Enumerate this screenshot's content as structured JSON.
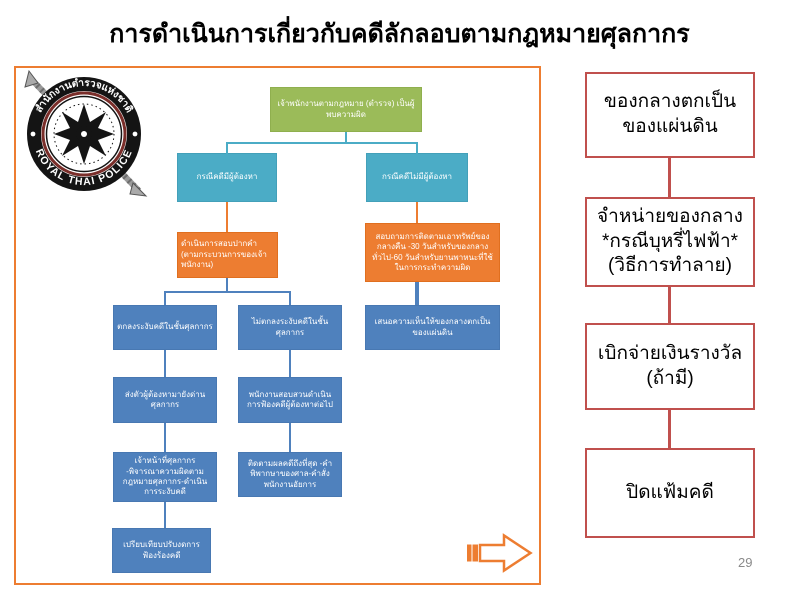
{
  "slide": {
    "title": "การดำเนินการเกี่ยวกับคดีลักลอบตามกฎหมายศุลกากร",
    "page_number": "29"
  },
  "logo": {
    "top_text": "สำนักงานตำรวจแห่งชาติ",
    "bottom_text": "ROYAL THAI POLICE"
  },
  "flowchart": {
    "start": "เจ้าพนักงานตามกฎหมาย (ตำรวจ) เป็นผู้พบความผิด",
    "with_suspect": "กรณีคดีมีผู้ต้องหา",
    "without_suspect": "กรณีคดีไม่มีผู้ต้องหา",
    "interrogation": "ดำเนินการสอบปากคำ (ตามกระบวนการของเจ้าพนักงาน)",
    "follow_up_property": "สอบถามการติดตามเอาทรัพย์ของกลางคืน -30 วันสำหรับของกลางทั่วไป-60 วันสำหรับยานพาหนะที่ใช้ในการกระทำความผิด",
    "agree_settle": "ตกลงระงับคดีในชั้นศุลกากร",
    "not_agree_settle": "ไม่ตกลงระงับคดีในชั้นศุลกากร",
    "send_suspect": "ส่งตัวผู้ต้องหามายังด่านศุลกากร",
    "prosecute": "พนักงานสอบสวนดำเนินการฟ้องคดีผู้ต้องหาต่อไป",
    "customs_officer": "เจ้าหน้าที่ศุลกากร -พิจารณาความผิดตามกฎหมายศุลกากร-ดำเนินการระงับคดี",
    "follow_case": "ติดตามผลคดีถึงที่สุด -คำพิพากษาของศาล-คำสั่งพนักงานอัยการ",
    "propose_state": "เสนอความเห็นให้ของกลางตกเป็นของแผ่นดิน",
    "fine_settlement": "เปรียบเทียบปรับงดการฟ้องร้องคดี"
  },
  "right_panel": {
    "boxes": [
      {
        "label": "ของกลางตกเป็นของแผ่นดิน"
      },
      {
        "label": "จำหน่ายของกลาง\n*กรณีบุหรี่ไฟฟ้า*\n(วิธีการทำลาย)"
      },
      {
        "label": "เบิกจ่ายเงินรางวัล\n(ถ้ามี)"
      },
      {
        "label": "ปิดแฟ้มคดี"
      }
    ]
  },
  "icons": {
    "next_arrow": "striped-right-arrow",
    "logo": "royal-thai-police-emblem"
  },
  "colors": {
    "green": "#9BBB59",
    "teal": "#4BACC6",
    "orange": "#ED7D31",
    "blue": "#4F81BD",
    "maroon": "#C0504D"
  }
}
